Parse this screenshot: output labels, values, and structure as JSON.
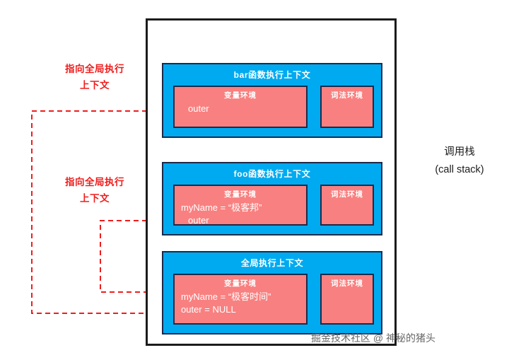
{
  "diagram": {
    "title_caption": {
      "line1": "调用栈",
      "line2": "(call stack)"
    },
    "watermark": "掘金技术社区 @ 神秘的猪头",
    "colors": {
      "context_block": "#00aaf0",
      "environment_box": "#f98080",
      "border": "#1b2a4a",
      "annotation": "#f01c1c",
      "container_border": "#1c1c1c",
      "text_on_fill": "#ffffff"
    },
    "contexts": [
      {
        "id": "bar",
        "title": "bar函数执行上下文",
        "variable_environment": {
          "title": "变量环境",
          "lines": [
            "outer"
          ]
        },
        "lexical_environment": {
          "title": "词法环境",
          "lines": []
        }
      },
      {
        "id": "foo",
        "title": "foo函数执行上下文",
        "variable_environment": {
          "title": "变量环境",
          "lines": [
            "myName = “极客邦”",
            "outer"
          ]
        },
        "lexical_environment": {
          "title": "词法环境",
          "lines": []
        }
      },
      {
        "id": "global",
        "title": "全局执行上下文",
        "variable_environment": {
          "title": "变量环境",
          "lines": [
            "myName = “极客时间”",
            "outer = NULL"
          ]
        },
        "lexical_environment": {
          "title": "词法环境",
          "lines": []
        }
      }
    ],
    "annotations": [
      {
        "id": "bar-outer-pointer",
        "line1": "指向全局执行",
        "line2": "上下文"
      },
      {
        "id": "foo-outer-pointer",
        "line1": "指向全局执行",
        "line2": "上下文"
      }
    ]
  }
}
